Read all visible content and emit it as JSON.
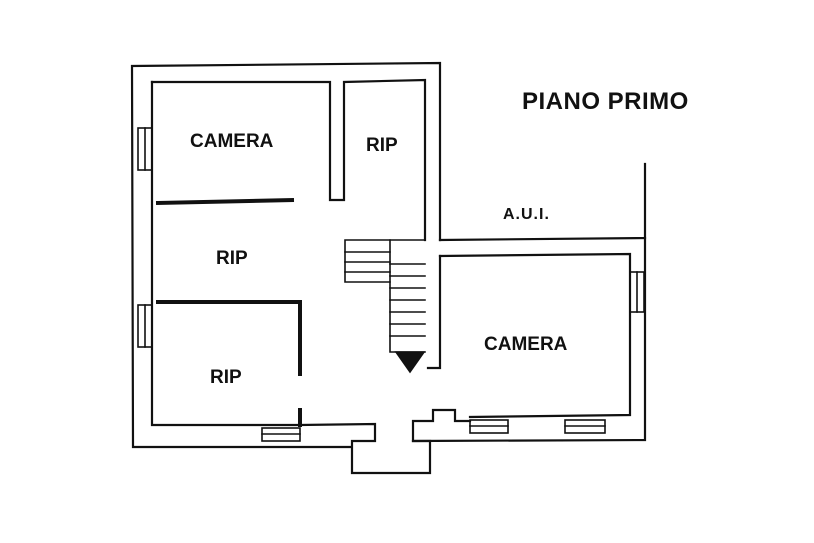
{
  "title": "PIANO PRIMO",
  "rooms": {
    "camera_top_left": "CAMERA",
    "rip_top": "RIP",
    "rip_middle": "RIP",
    "rip_bottom": "RIP",
    "camera_right": "CAMERA"
  },
  "aui": "A.U.I."
}
